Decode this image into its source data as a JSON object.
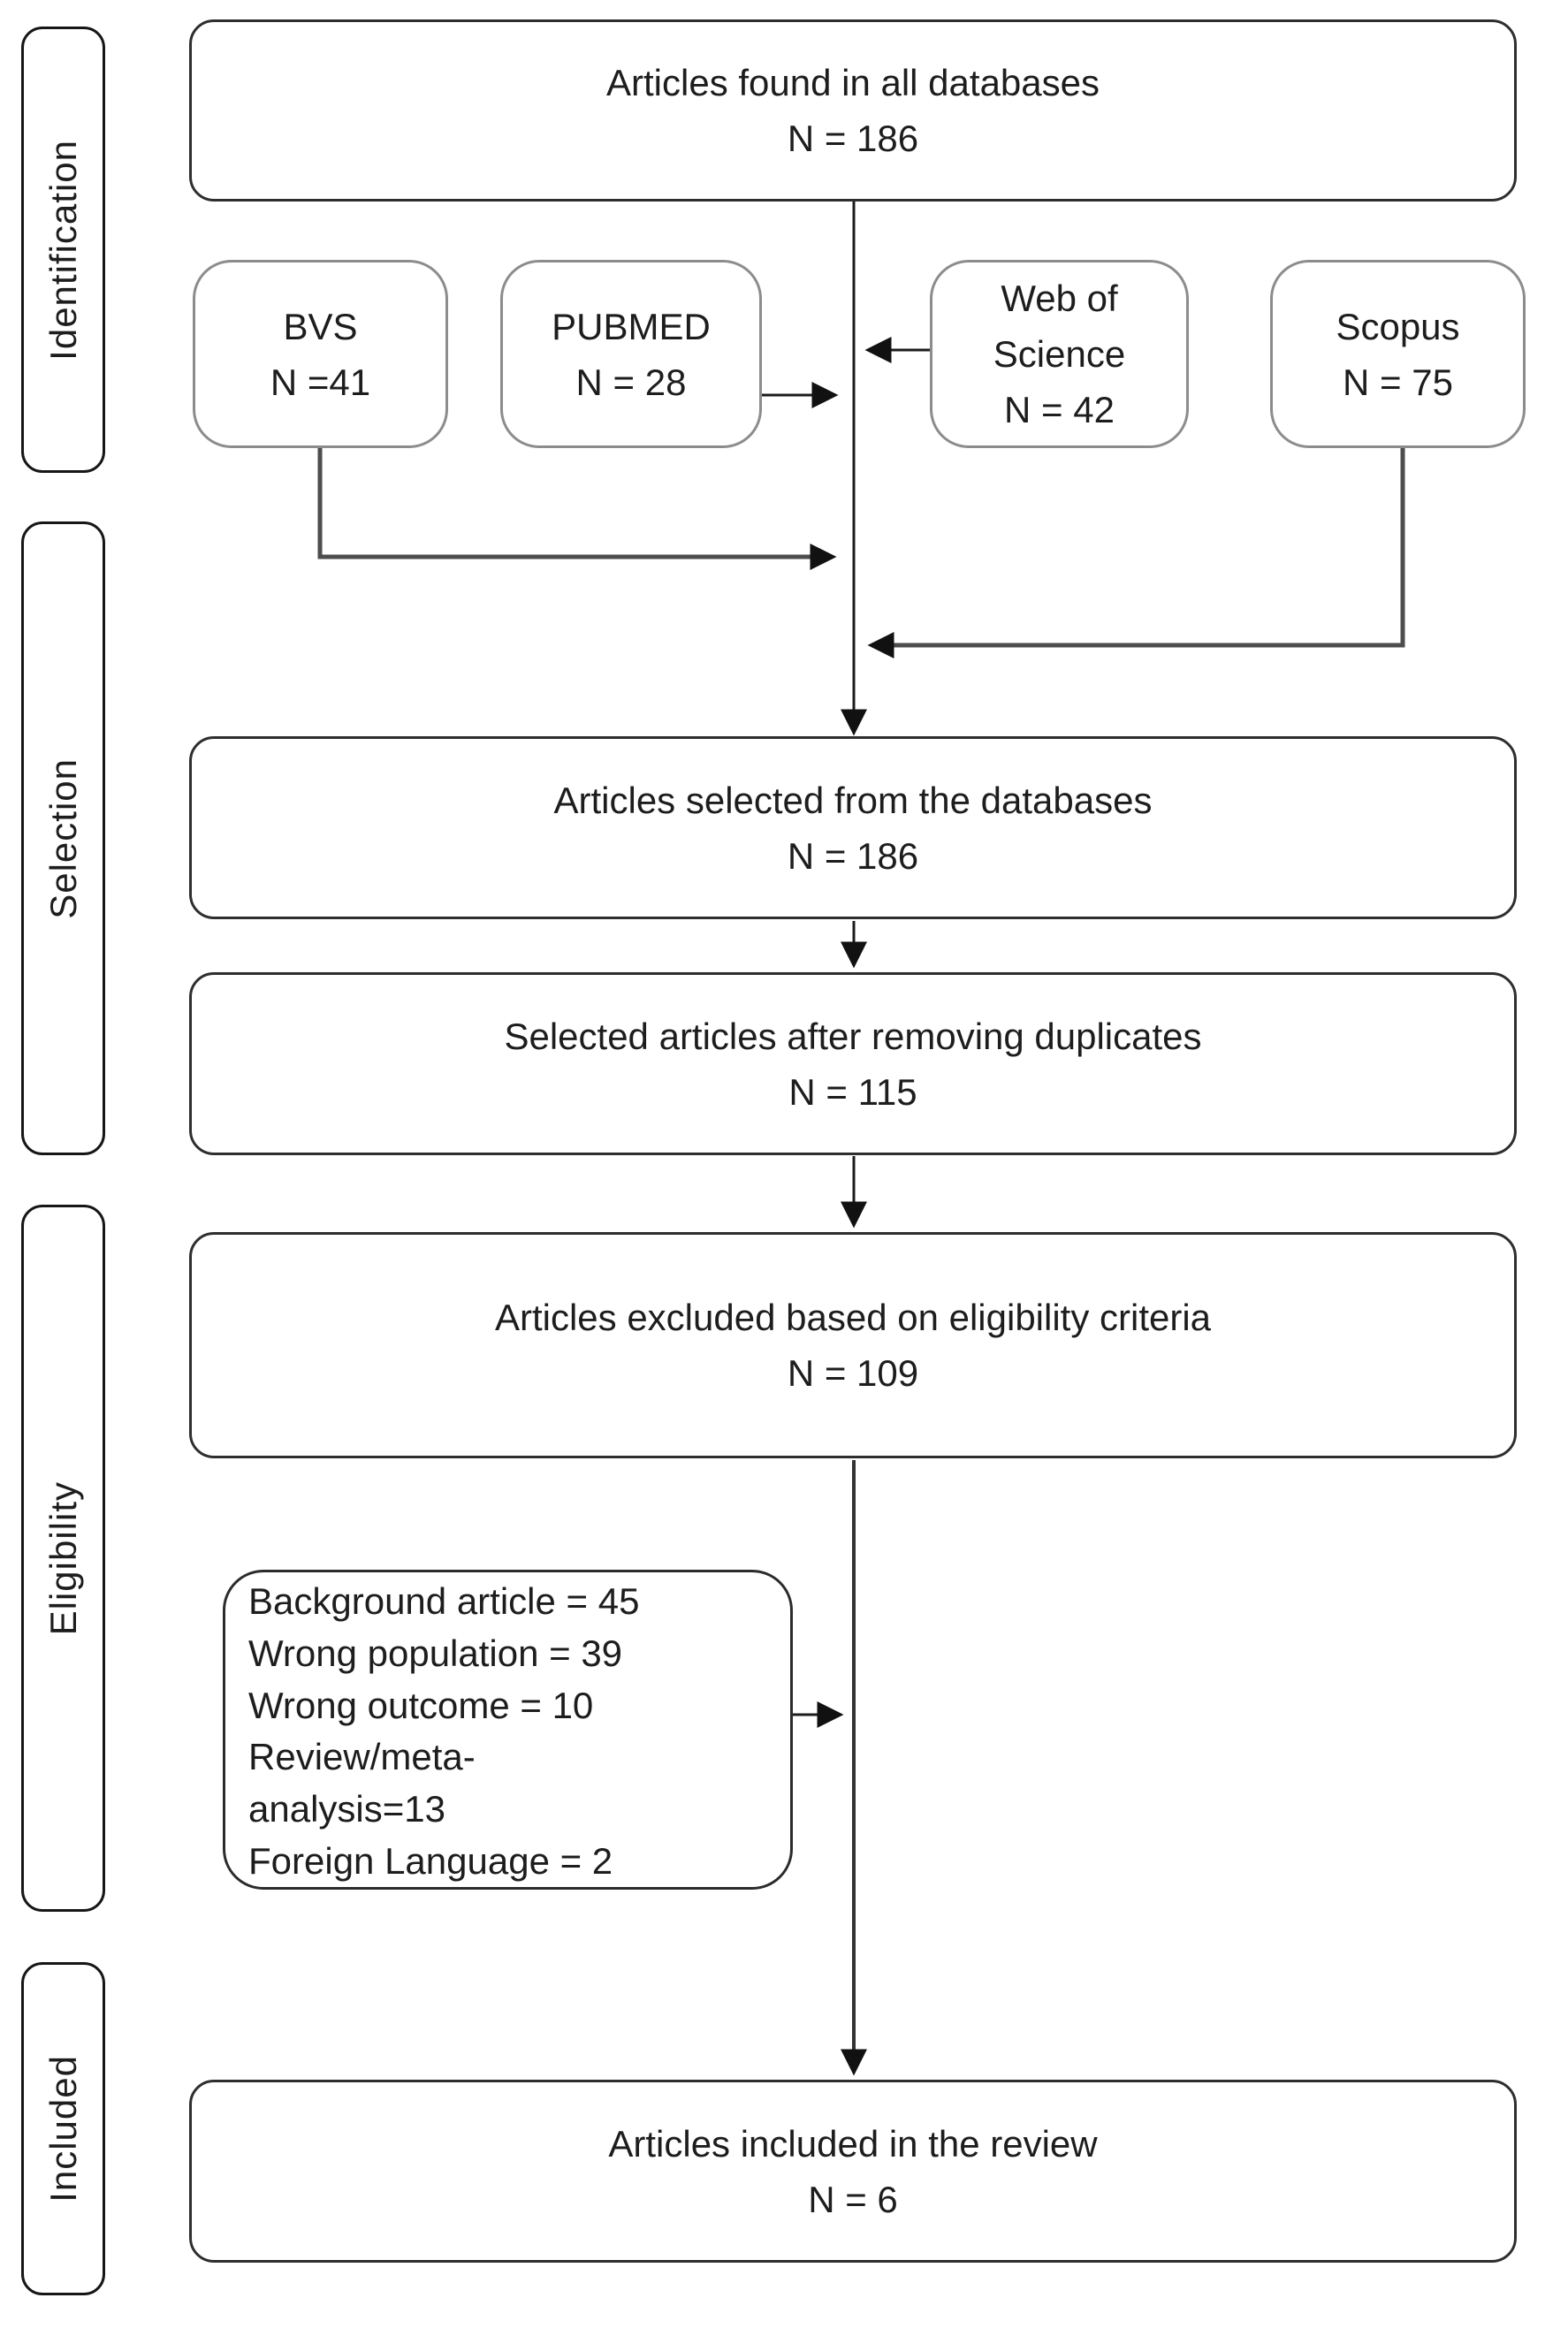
{
  "diagram": {
    "stages": [
      {
        "label": "Identification"
      },
      {
        "label": "Selection"
      },
      {
        "label": "Eligibility"
      },
      {
        "label": "Included"
      }
    ],
    "boxes": {
      "found": {
        "title": "Articles found in all databases",
        "count": "N = 186"
      },
      "bvs": {
        "title": "BVS",
        "count": "N =41"
      },
      "pubmed": {
        "title": "PUBMED",
        "count": "N = 28"
      },
      "web_of_science": {
        "title": "Web of Science",
        "count": "N = 42"
      },
      "scopus": {
        "title": "Scopus",
        "count": "N = 75"
      },
      "selected": {
        "title": "Articles selected from the databases",
        "count": "N = 186"
      },
      "deduplicated": {
        "title": "Selected articles after removing duplicates",
        "count": "N = 115"
      },
      "excluded": {
        "title": "Articles excluded based on eligibility criteria",
        "count": "N = 109"
      },
      "included": {
        "title": "Articles included in the review",
        "count": "N = 6"
      }
    },
    "exclusion_reasons": {
      "lines": [
        "Background article = 45",
        "Wrong population = 39",
        "Wrong outcome = 10",
        "Review/meta-",
        "analysis=13",
        "Foreign Language = 2"
      ]
    },
    "colors": {
      "background": "#ffffff",
      "text": "#1d1d1d",
      "connector_line": "#1c1c1c",
      "connector_elbow": "#4d4d4d",
      "box_border_dark": "#2e2e2e",
      "box_border_gray": "#8c8c8c"
    }
  }
}
